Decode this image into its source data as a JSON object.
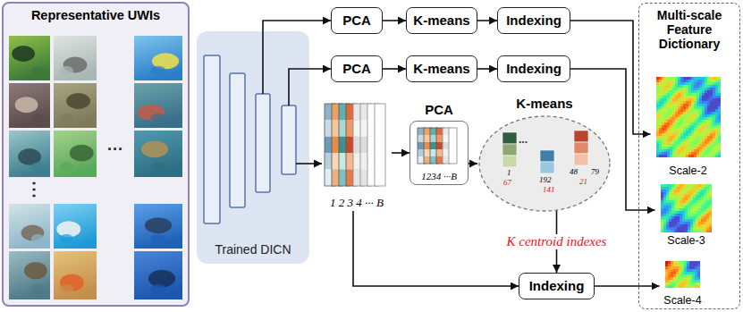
{
  "diagram": {
    "nodes": [
      {
        "text": [
          "Representative UWIs"
        ]
      },
      {
        "text": [
          "Trained DICN"
        ]
      },
      {
        "text": [
          "PCA"
        ]
      },
      {
        "text": [
          "K-means"
        ]
      },
      {
        "text": [
          "Indexing"
        ]
      },
      {
        "text": [
          "PCA"
        ]
      },
      {
        "text": [
          "K-means"
        ]
      },
      {
        "text": [
          "Indexing"
        ]
      },
      {
        "text": [
          "1 2 3 4 ··· B"
        ]
      },
      {
        "text": [
          "PCA",
          "1234 ···B"
        ]
      },
      {
        "text": [
          "K-means"
        ]
      },
      {
        "text": [
          "Indexing"
        ]
      },
      {
        "text": [
          "Multi-scale Feature Dictionary"
        ]
      },
      {
        "text": [
          "Scale-2"
        ],
        "in": 12
      },
      {
        "text": [
          "Scale-3"
        ],
        "in": 12
      },
      {
        "text": [
          "Scale-4"
        ],
        "in": 12
      }
    ],
    "edges": [
      {
        "from": 1,
        "to": 2,
        "arrow": "to"
      },
      {
        "from": 1,
        "to": 5,
        "arrow": "to"
      },
      {
        "from": 1,
        "to": 8,
        "arrow": "to"
      },
      {
        "from": 2,
        "to": 3,
        "arrow": "to"
      },
      {
        "from": 3,
        "to": 4,
        "arrow": "to"
      },
      {
        "from": 5,
        "to": 6,
        "arrow": "to"
      },
      {
        "from": 6,
        "to": 7,
        "arrow": "to"
      },
      {
        "from": 4,
        "to": 13,
        "arrow": "to"
      },
      {
        "from": 7,
        "to": 14,
        "arrow": "to"
      },
      {
        "from": 8,
        "to": 9,
        "arrow": "to"
      },
      {
        "from": 9,
        "to": 10,
        "arrow": "to"
      },
      {
        "from": 10,
        "to": 11,
        "label": "K centroid indexes",
        "arrow": "to"
      },
      {
        "from": 8,
        "to": 11,
        "arrow": "to"
      },
      {
        "from": 11,
        "to": 15,
        "arrow": "to"
      }
    ],
    "labels": [
      "···",
      "⋮",
      "...",
      "1",
      "67",
      "192",
      "141",
      "48",
      "21",
      "79"
    ]
  }
}
